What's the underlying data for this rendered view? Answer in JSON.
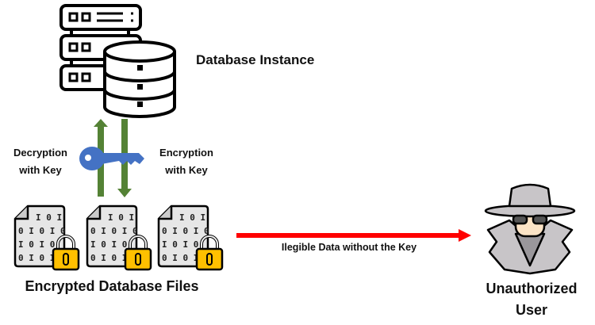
{
  "labels": {
    "database_instance": "Database Instance",
    "decryption": [
      "Decryption",
      "with Key"
    ],
    "encryption": [
      "Encryption",
      "with Key"
    ],
    "illegible": "Ilegible Data without the Key",
    "encrypted_files": "Encrypted Database Files",
    "unauthorized": [
      "Unauthorized",
      "User"
    ]
  },
  "file_binary_lines": [
    "I 0 I",
    "0 I 0 I 0",
    "I 0 I 0",
    "0 I 0 I"
  ],
  "icons": {
    "server": "server-rack-icon",
    "database": "database-cylinder-icon",
    "key": "key-icon",
    "file": "encrypted-file-icon",
    "lock": "padlock-icon",
    "user": "spy-user-icon"
  },
  "colors": {
    "arrow_green": "#548235",
    "key_blue": "#4472c4",
    "lock_yellow": "#ffc000",
    "arrow_red": "#ff0000",
    "file_gray": "#e6e6e6",
    "spy_gray": "#c8c5c8"
  }
}
